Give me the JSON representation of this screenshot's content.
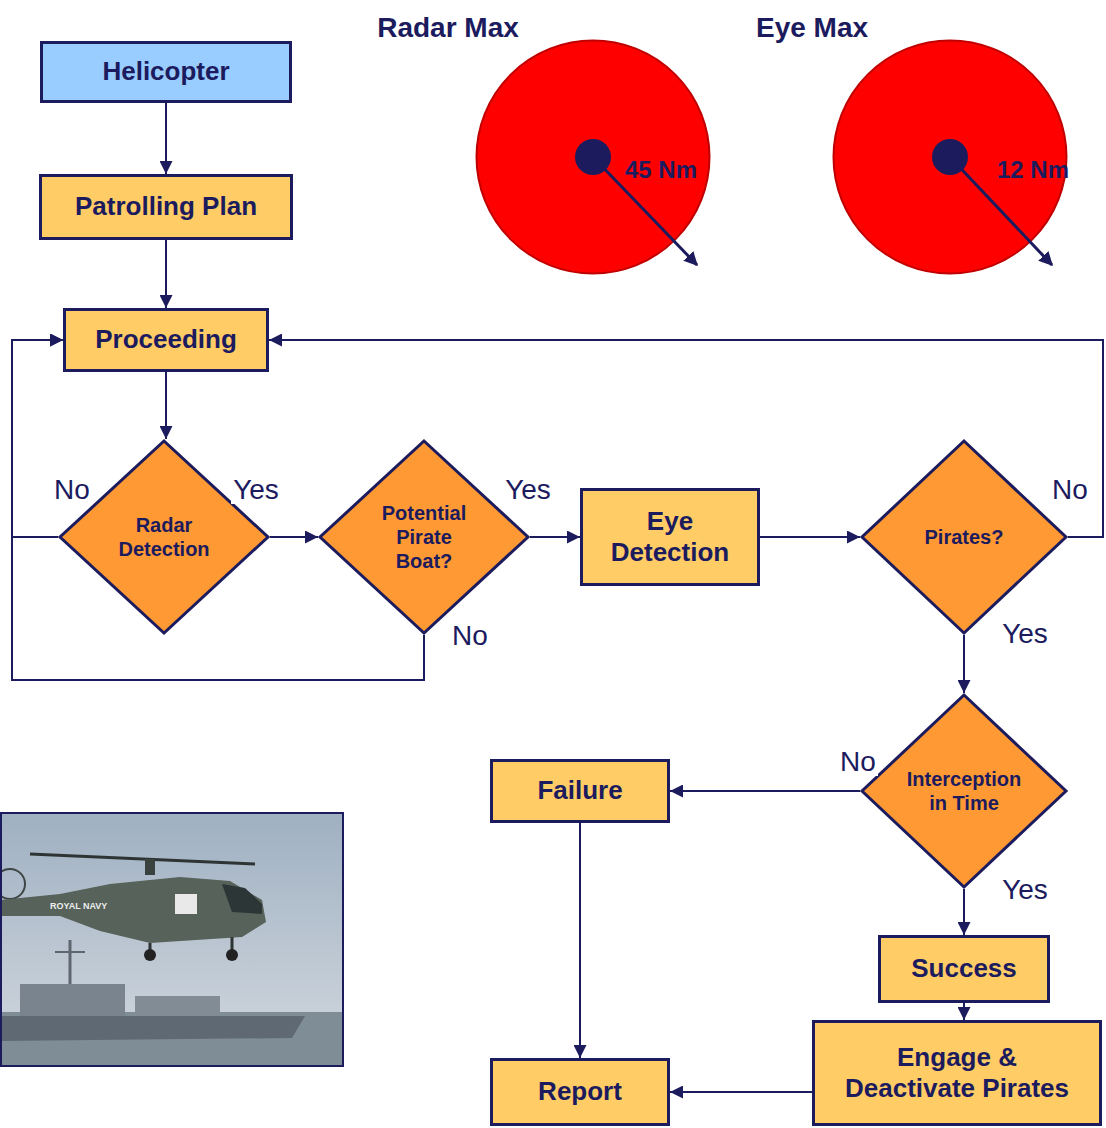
{
  "diagram": {
    "nodes": [
      {
        "text": [
          "Helicopter"
        ]
      },
      {
        "text": [
          "Radar Max",
          "45 Nm"
        ]
      },
      {
        "text": [
          "Eye Max",
          "12 Nm"
        ]
      },
      {
        "text": [
          "Patrolling Plan"
        ]
      },
      {
        "text": [
          "Proceeding"
        ]
      },
      {
        "text": [
          "Radar Detection"
        ]
      },
      {
        "text": [
          "Potential Pirate Boat?"
        ]
      },
      {
        "text": [
          "Eye Detection"
        ]
      },
      {
        "text": [
          "Pirates?"
        ]
      },
      {
        "text": [
          "Failure"
        ]
      },
      {
        "text": [
          "Interception in Time"
        ]
      },
      {
        "text": [
          "Success"
        ]
      },
      {
        "text": [
          "Report"
        ]
      },
      {
        "text": [
          "Engage & Deactivate Pirates"
        ]
      }
    ],
    "edges": [
      {
        "from": 0,
        "to": 3,
        "arrow": "to"
      },
      {
        "from": 3,
        "to": 4,
        "arrow": "to"
      },
      {
        "from": 4,
        "to": 5,
        "arrow": "to"
      },
      {
        "from": 5,
        "to": 6,
        "label": "Yes",
        "arrow": "to"
      },
      {
        "from": 5,
        "to": 4,
        "label": "No",
        "arrow": "to"
      },
      {
        "from": 6,
        "to": 7,
        "label": "Yes",
        "arrow": "to"
      },
      {
        "from": 6,
        "to": 4,
        "label": "No",
        "arrow": "to"
      },
      {
        "from": 7,
        "to": 8,
        "arrow": "to"
      },
      {
        "from": 8,
        "to": 4,
        "label": "No",
        "arrow": "to"
      },
      {
        "from": 8,
        "to": 10,
        "label": "Yes",
        "arrow": "to"
      },
      {
        "from": 10,
        "to": 9,
        "label": "No",
        "arrow": "to"
      },
      {
        "from": 10,
        "to": 11,
        "label": "Yes",
        "arrow": "to"
      },
      {
        "from": 11,
        "to": 13,
        "arrow": "to"
      },
      {
        "from": 9,
        "to": 12,
        "arrow": "to"
      },
      {
        "from": 13,
        "to": 12,
        "arrow": "to"
      }
    ],
    "labels": [
      "ROYAL NAVY"
    ]
  }
}
